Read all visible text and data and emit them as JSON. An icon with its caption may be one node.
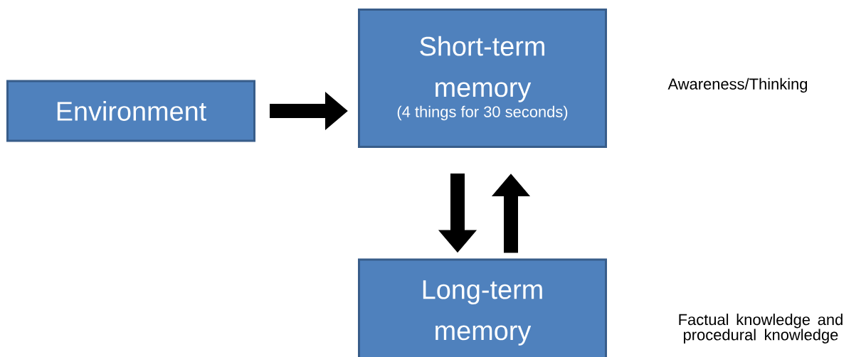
{
  "diagram": {
    "nodes": [
      {
        "text": [
          "Environment"
        ]
      },
      {
        "text": [
          "Short-term memory",
          "(4 things for 30 seconds)"
        ]
      },
      {
        "text": [
          "Long-term memory"
        ]
      }
    ],
    "edges": [
      {
        "from": 0,
        "to": 1,
        "arrow": "to"
      },
      {
        "from": 1,
        "to": 2,
        "arrow": "to"
      },
      {
        "from": 2,
        "to": 1,
        "arrow": "to"
      }
    ],
    "labels": [
      "Awareness/Thinking",
      "Factual knowledge and procedural knowledge"
    ]
  }
}
